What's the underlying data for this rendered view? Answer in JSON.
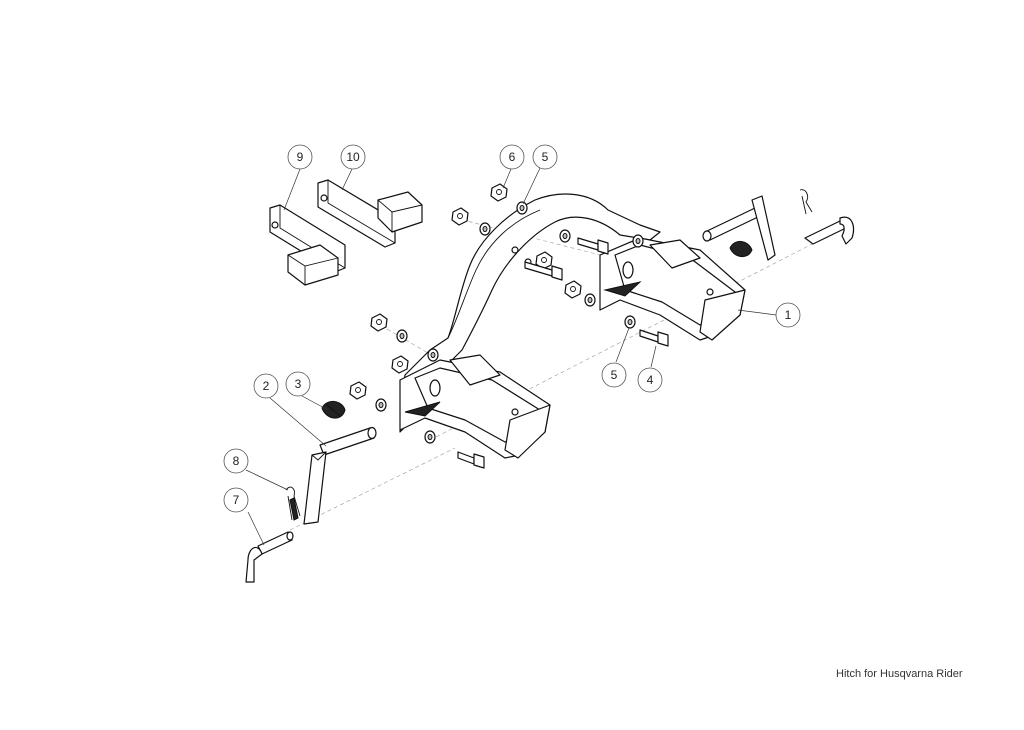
{
  "caption": "Hitch for Husqvarna Rider",
  "callouts": [
    {
      "id": "c9",
      "label": "9"
    },
    {
      "id": "c10",
      "label": "10"
    },
    {
      "id": "c6",
      "label": "6"
    },
    {
      "id": "c5a",
      "label": "5"
    },
    {
      "id": "c1",
      "label": "1"
    },
    {
      "id": "c5b",
      "label": "5"
    },
    {
      "id": "c4",
      "label": "4"
    },
    {
      "id": "c2",
      "label": "2"
    },
    {
      "id": "c3",
      "label": "3"
    },
    {
      "id": "c8",
      "label": "8"
    },
    {
      "id": "c7",
      "label": "7"
    }
  ]
}
